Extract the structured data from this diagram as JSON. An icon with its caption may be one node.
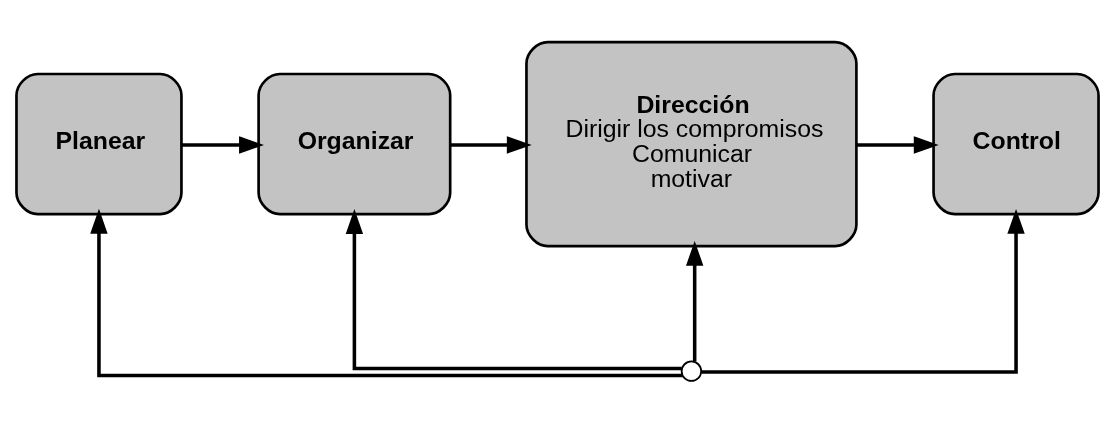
{
  "diagram": {
    "nodes": [
      {
        "text": [
          "Planear"
        ]
      },
      {
        "text": [
          "Organizar"
        ]
      },
      {
        "text": [
          "Dirección",
          "Dirigir los compromisos",
          "Comunicar",
          "motivar"
        ]
      },
      {
        "text": [
          "Control"
        ]
      },
      {
        "text": [],
        "shape": "circle"
      }
    ],
    "edges": [
      {
        "from": 0,
        "to": 1,
        "arrow": "to"
      },
      {
        "from": 1,
        "to": 2,
        "arrow": "to"
      },
      {
        "from": 2,
        "to": 3,
        "arrow": "to"
      },
      {
        "from": 4,
        "to": 0,
        "arrow": "to"
      },
      {
        "from": 4,
        "to": 1,
        "arrow": "to"
      },
      {
        "from": 4,
        "to": 2,
        "arrow": "to"
      },
      {
        "from": 4,
        "to": 3,
        "arrow": "to"
      }
    ]
  }
}
